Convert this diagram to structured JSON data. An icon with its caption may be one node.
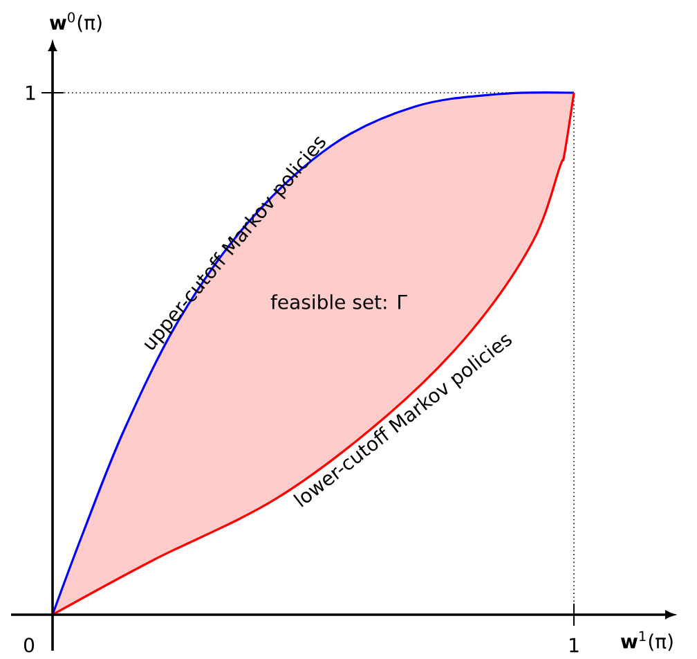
{
  "diagram": {
    "labels": [
      "**w**$^{0}$(π)",
      "1",
      "0",
      "1",
      "**w**$^{1}$(π)",
      "upper-cutoff Markov policies",
      "feasible set: Γ",
      "lower-cutoff Markov policies"
    ]
  }
}
